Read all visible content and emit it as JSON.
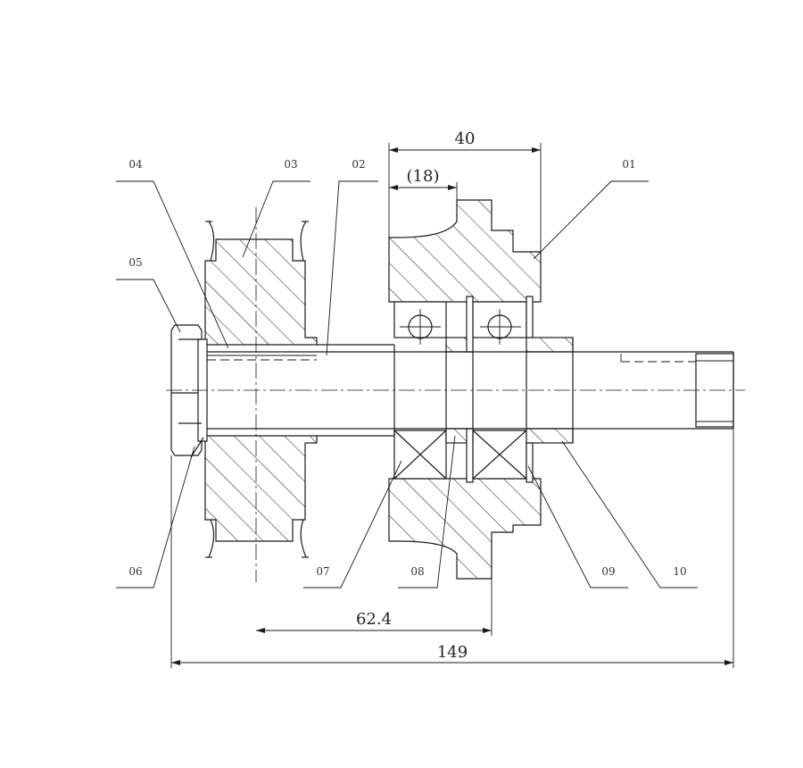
{
  "dimensions": {
    "d40": "40",
    "d18": "(18)",
    "d624": "62.4",
    "d149": "149"
  },
  "callouts": {
    "c01": "01",
    "c02": "02",
    "c03": "03",
    "c04": "04",
    "c05": "05",
    "c06": "06",
    "c07": "07",
    "c08": "08",
    "c09": "09",
    "c10": "10"
  }
}
